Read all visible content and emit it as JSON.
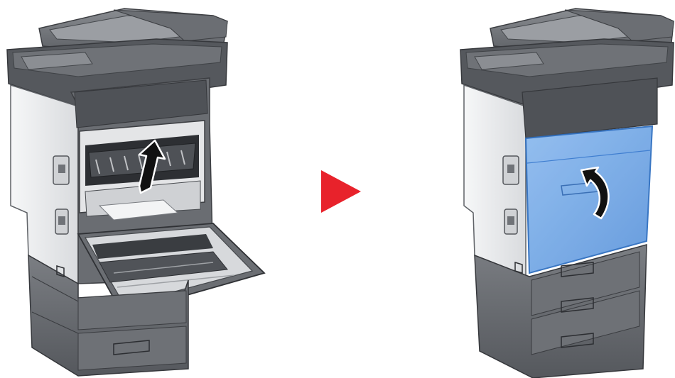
{
  "figure": {
    "panels": [
      {
        "name": "rear-cover-open",
        "arrow": "up"
      },
      {
        "name": "rear-cover-closed",
        "arrow": "curved-up"
      }
    ],
    "transition_arrow": "right-pointing-triangle"
  },
  "colors": {
    "transition_arrow": "#e8222b",
    "body_light": "#e9eaec",
    "body_dark": "#5a5d62",
    "trays": "#6c6f74",
    "highlight_cover": "#7fb0e6",
    "highlight_cover_edge": "#2f6fc0",
    "instruction_arrow": "#111111"
  }
}
